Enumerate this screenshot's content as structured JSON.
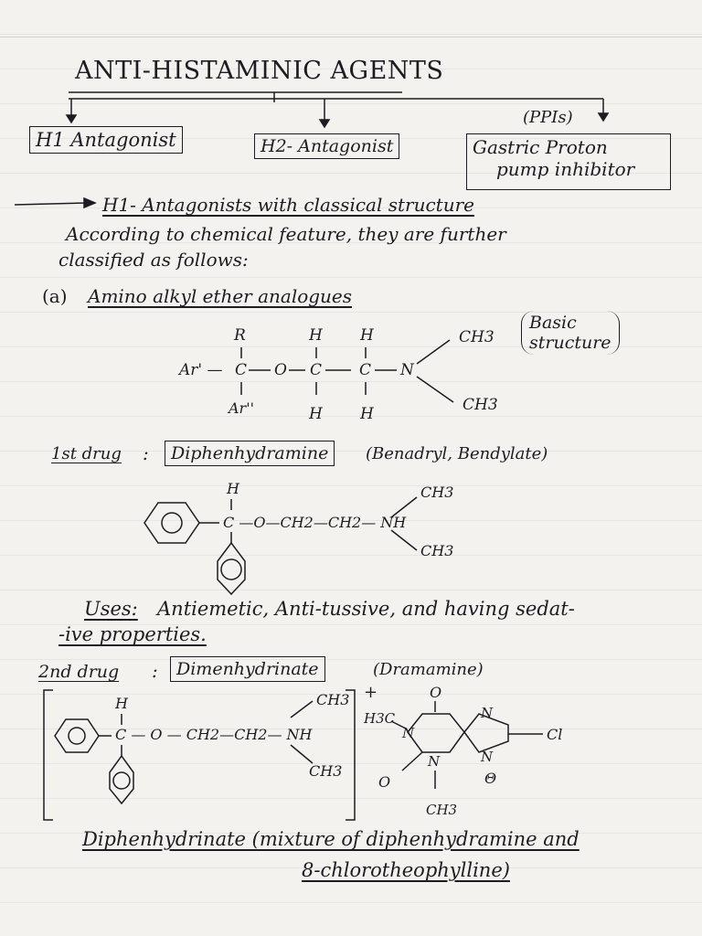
{
  "title": "ANTI-HISTAMINIC AGENTS",
  "branches": {
    "h1": "H1 Antagonist",
    "h2": "H2- Antagonist",
    "ppi_abbr": "(PPIs)",
    "ppi_line1": "Gastric Proton",
    "ppi_line2": "pump inhibitor"
  },
  "section_heading": "H1- Antagonists with classical structure",
  "intro_line1": "According to chemical feature, they are further",
  "intro_line2": "classified as follows:",
  "subsection_label": "(a)",
  "subsection_title": "Amino alkyl ether analogues",
  "basic_structure_line1": "Basic",
  "basic_structure_line2": "structure",
  "basic": {
    "R": "R",
    "H": "H",
    "Ar1": "Ar' —",
    "Ar2": "Ar''",
    "C": "C",
    "O": "O",
    "N": "N",
    "CH3": "CH3"
  },
  "drug1": {
    "label": "1st drug",
    "colon": ":",
    "name": "Diphenhydramine",
    "brands": "(Benadryl, Bendylate)",
    "chain": "C —O—CH2—CH2— NH",
    "H": "H",
    "CH3": "CH3",
    "uses_label": "Uses:",
    "uses_line1": "Antiemetic, Anti-tussive, and having sedat-",
    "uses_line2": "-ive properties."
  },
  "drug2": {
    "label": "2nd drug",
    "colon": ":",
    "name": "Dimenhydrinate",
    "brand": "(Dramamine)",
    "chain": "C — O — CH2—CH2— NH",
    "H": "H",
    "CH3": "CH3",
    "plus": "+",
    "h3c": "H3C",
    "O": "O",
    "N": "N",
    "Cl": "Cl",
    "minus": "Θ",
    "caption_line1": "Diphenhydrinate (mixture of diphenhydramine and",
    "caption_line2": "8-chlorotheophylline)"
  }
}
